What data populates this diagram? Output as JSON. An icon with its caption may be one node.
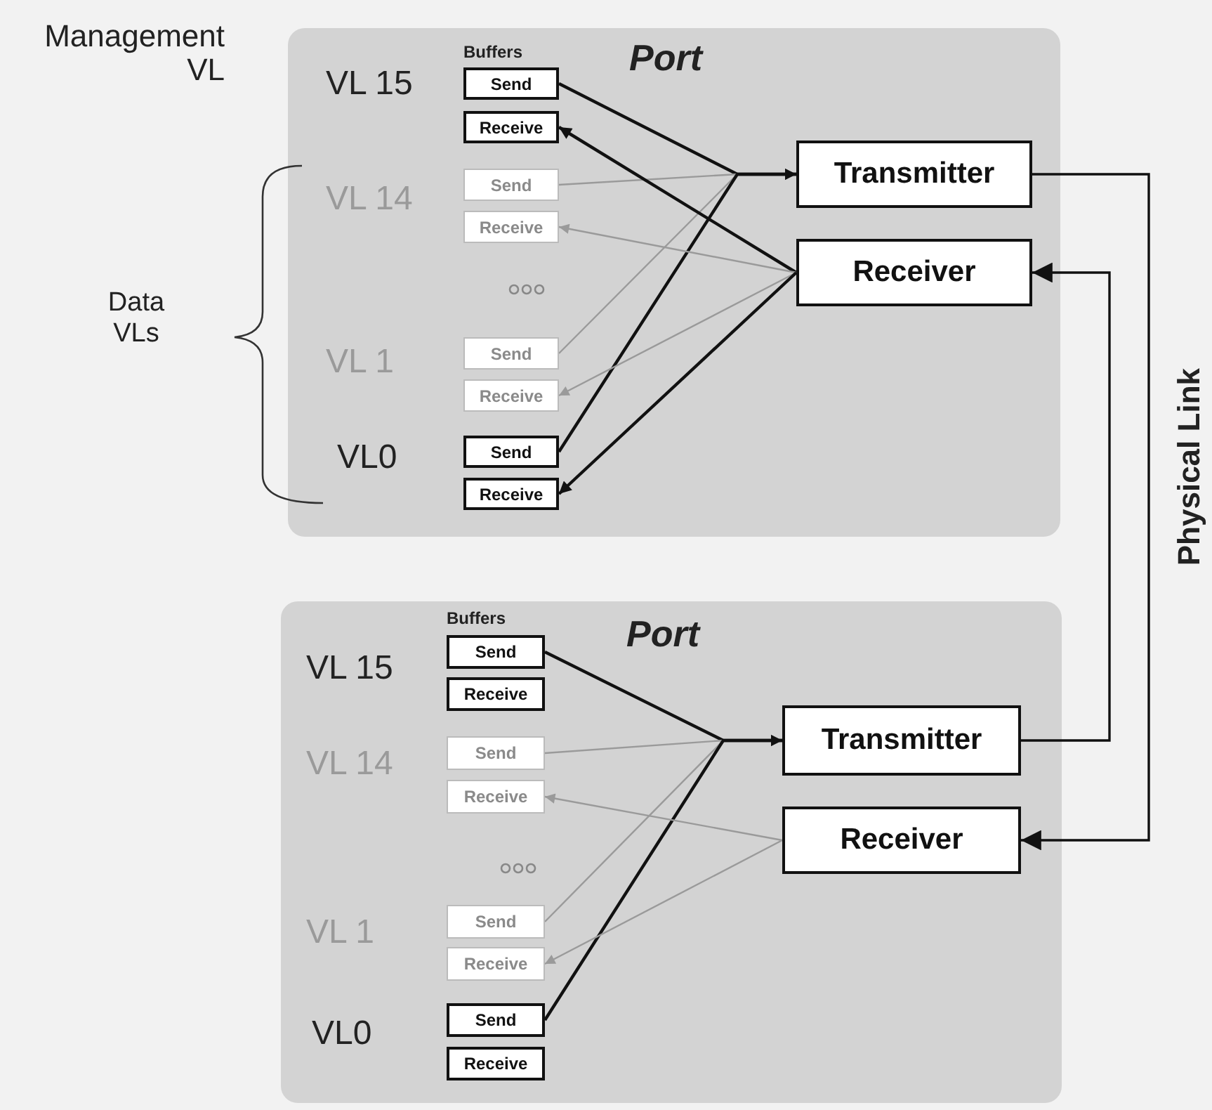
{
  "diagram": {
    "nodes": [
      {
        "text": [
          "Port"
        ]
      },
      {
        "text": [
          "Send"
        ],
        "in": 0
      },
      {
        "text": [
          "Receive"
        ],
        "in": 0
      },
      {
        "text": [
          "Send"
        ],
        "in": 0
      },
      {
        "text": [
          "Receive"
        ],
        "in": 0
      },
      {
        "text": [
          "Send"
        ],
        "in": 0
      },
      {
        "text": [
          "Receive"
        ],
        "in": 0
      },
      {
        "text": [
          "Send"
        ],
        "in": 0
      },
      {
        "text": [
          "Receive"
        ],
        "in": 0
      },
      {
        "text": [
          "Transmitter"
        ],
        "in": 0
      },
      {
        "text": [
          "Receiver"
        ],
        "in": 0
      },
      {
        "text": [
          "Port"
        ]
      },
      {
        "text": [
          "Send"
        ],
        "in": 11
      },
      {
        "text": [
          "Receive"
        ],
        "in": 11
      },
      {
        "text": [
          "Send"
        ],
        "in": 11
      },
      {
        "text": [
          "Receive"
        ],
        "in": 11
      },
      {
        "text": [
          "Send"
        ],
        "in": 11
      },
      {
        "text": [
          "Receive"
        ],
        "in": 11
      },
      {
        "text": [
          "Send"
        ],
        "in": 11
      },
      {
        "text": [
          "Receive"
        ],
        "in": 11
      },
      {
        "text": [
          "Transmitter"
        ],
        "in": 11
      },
      {
        "text": [
          "Receiver"
        ],
        "in": 11
      }
    ],
    "edges": [
      {
        "from": 1,
        "to": 9,
        "arrow": "to"
      },
      {
        "from": 3,
        "to": 9,
        "arrow": "to",
        "color": "#9a9a9a"
      },
      {
        "from": 5,
        "to": 9,
        "arrow": "to",
        "color": "#9a9a9a"
      },
      {
        "from": 7,
        "to": 9,
        "arrow": "to"
      },
      {
        "from": 10,
        "to": 2,
        "arrow": "to"
      },
      {
        "from": 10,
        "to": 4,
        "arrow": "to",
        "color": "#9a9a9a"
      },
      {
        "from": 10,
        "to": 6,
        "arrow": "to",
        "color": "#9a9a9a"
      },
      {
        "from": 10,
        "to": 8,
        "arrow": "to"
      },
      {
        "from": 12,
        "to": 20,
        "arrow": "to"
      },
      {
        "from": 14,
        "to": 20,
        "arrow": "to",
        "color": "#9a9a9a"
      },
      {
        "from": 16,
        "to": 20,
        "arrow": "to",
        "color": "#9a9a9a"
      },
      {
        "from": 18,
        "to": 20,
        "arrow": "to"
      },
      {
        "from": 21,
        "to": 15,
        "arrow": "to",
        "color": "#9a9a9a"
      },
      {
        "from": 21,
        "to": 17,
        "arrow": "to",
        "color": "#9a9a9a"
      },
      {
        "from": 9,
        "to": 21,
        "arrow": "to"
      },
      {
        "from": 20,
        "to": 10,
        "arrow": "to"
      }
    ],
    "labels": [
      "Management VL",
      "Buffers",
      "VL 15",
      "VL 14",
      "Data VLs",
      "VL 1",
      "VL0",
      "Buffers",
      "VL 15",
      "VL 14",
      "VL 1",
      "VL0",
      "Physical Link"
    ]
  }
}
